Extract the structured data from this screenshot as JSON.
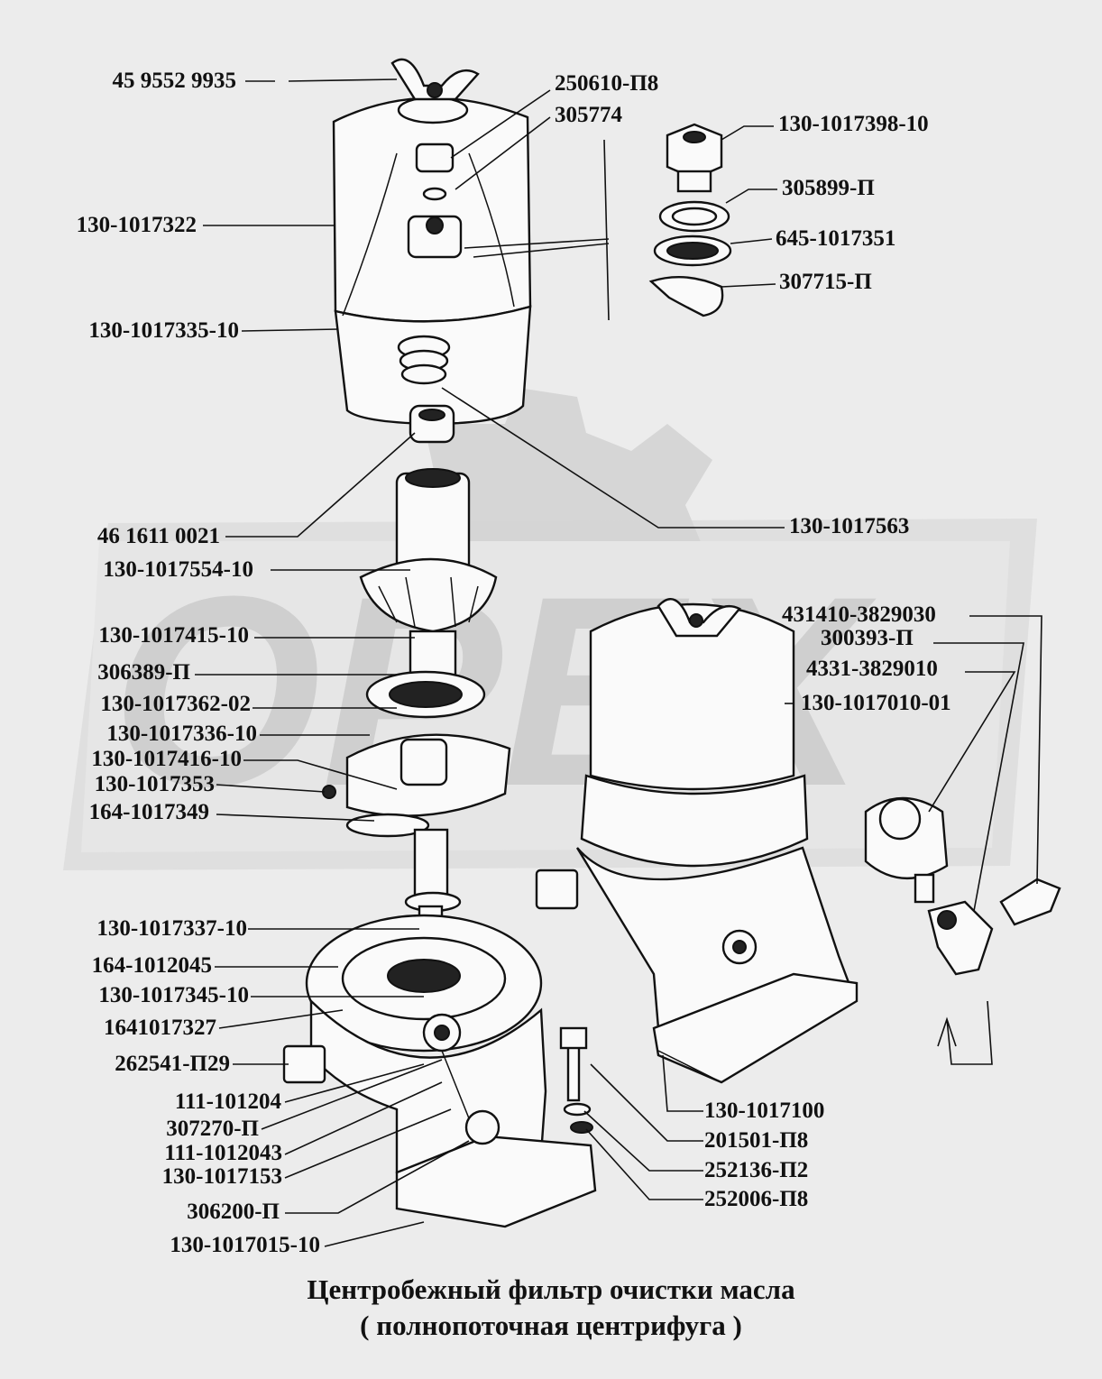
{
  "labels": [
    {
      "id": "l1",
      "text": "45 9552 9935"
    },
    {
      "id": "l2",
      "text": "250610-П8"
    },
    {
      "id": "l3",
      "text": "305774"
    },
    {
      "id": "l4",
      "text": "130-1017398-10"
    },
    {
      "id": "l5",
      "text": "305899-П"
    },
    {
      "id": "l6",
      "text": "645-1017351"
    },
    {
      "id": "l7",
      "text": "307715-П"
    },
    {
      "id": "l8",
      "text": "130-1017322"
    },
    {
      "id": "l9",
      "text": "130-1017335-10"
    },
    {
      "id": "l10",
      "text": "46 1611 0021"
    },
    {
      "id": "l11",
      "text": "130-1017563"
    },
    {
      "id": "l12",
      "text": "130-1017554-10"
    },
    {
      "id": "l13",
      "text": "431410-3829030"
    },
    {
      "id": "l14",
      "text": "300393-П"
    },
    {
      "id": "l15",
      "text": "4331-3829010"
    },
    {
      "id": "l16",
      "text": "130-1017010-01"
    },
    {
      "id": "l17",
      "text": "130-1017415-10"
    },
    {
      "id": "l18",
      "text": "306389-П"
    },
    {
      "id": "l19",
      "text": "130-1017362-02"
    },
    {
      "id": "l20",
      "text": "130-1017336-10"
    },
    {
      "id": "l21",
      "text": "130-1017416-10"
    },
    {
      "id": "l22",
      "text": "130-1017353"
    },
    {
      "id": "l23",
      "text": "164-1017349"
    },
    {
      "id": "l24",
      "text": "130-1017337-10"
    },
    {
      "id": "l25",
      "text": "164-1012045"
    },
    {
      "id": "l26",
      "text": "130-1017345-10"
    },
    {
      "id": "l27",
      "text": "1641017327"
    },
    {
      "id": "l28",
      "text": "262541-П29"
    },
    {
      "id": "l29",
      "text": "111-101204"
    },
    {
      "id": "l30",
      "text": "307270-П"
    },
    {
      "id": "l31",
      "text": "111-1012043"
    },
    {
      "id": "l32",
      "text": "130-1017153"
    },
    {
      "id": "l33",
      "text": "306200-П"
    },
    {
      "id": "l34",
      "text": "130-1017015-10"
    },
    {
      "id": "l35",
      "text": "130-1017100"
    },
    {
      "id": "l36",
      "text": "201501-П8"
    },
    {
      "id": "l37",
      "text": "252136-П2"
    },
    {
      "id": "l38",
      "text": "252006-П8"
    }
  ],
  "caption": {
    "line1": "Центробежный фильтр очистки  масла",
    "line2": "( полнопоточная центрифуга )"
  }
}
